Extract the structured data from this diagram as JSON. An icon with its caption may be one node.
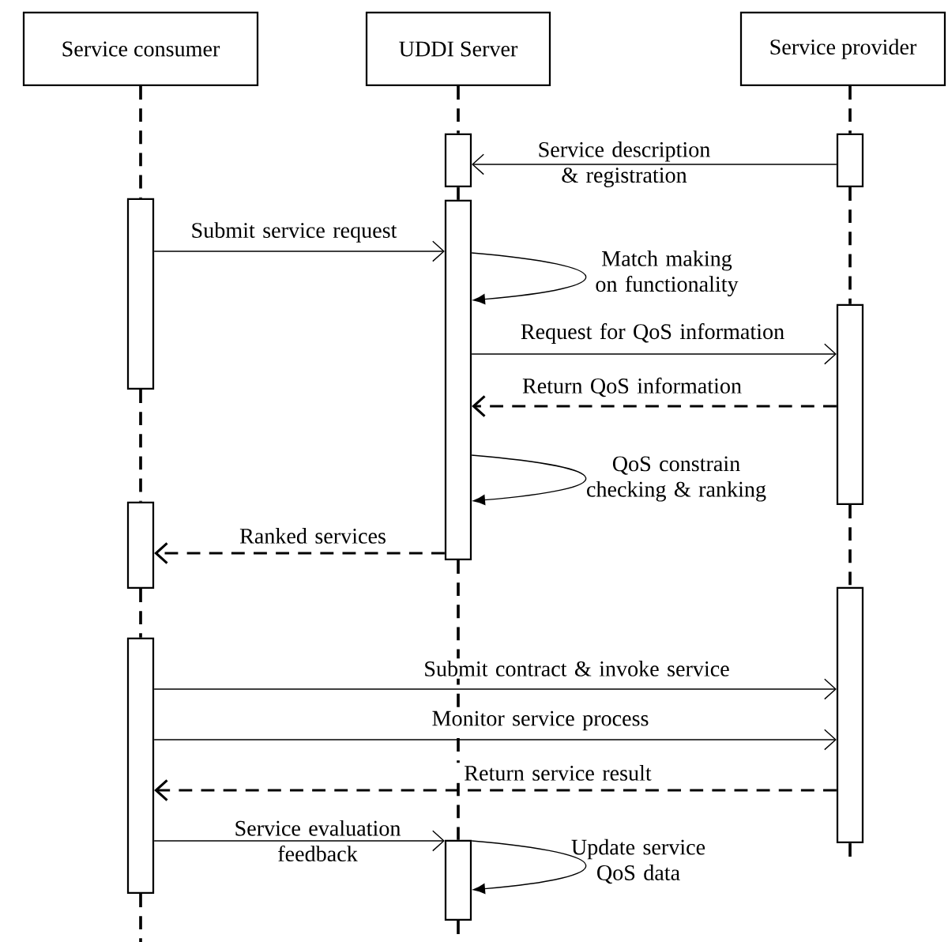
{
  "diagram": {
    "nodes": [
      {
        "text": [
          "Service consumer"
        ]
      },
      {
        "text": [
          "UDDI Server"
        ]
      },
      {
        "text": [
          "Service provider"
        ]
      },
      {
        "text": [],
        "shape": "bar"
      },
      {
        "text": [],
        "shape": "bar"
      },
      {
        "text": [],
        "shape": "bar"
      },
      {
        "text": [],
        "shape": "bar"
      },
      {
        "text": [],
        "shape": "bar"
      },
      {
        "text": [],
        "shape": "bar"
      },
      {
        "text": [],
        "shape": "bar"
      },
      {
        "text": [],
        "shape": "bar"
      },
      {
        "text": [],
        "shape": "bar"
      }
    ],
    "edges": [
      {
        "from": 4,
        "to": 3,
        "arrow": "to",
        "label": "Service description & registration"
      },
      {
        "from": 5,
        "to": 6,
        "arrow": "to",
        "label": "Submit service request"
      },
      {
        "from": 6,
        "to": 6,
        "arrow": "to",
        "label": "Match making on functionality"
      },
      {
        "from": 6,
        "to": 7,
        "arrow": "to",
        "label": "Request for QoS information"
      },
      {
        "from": 7,
        "to": 6,
        "arrow": "to",
        "label": "Return QoS information",
        "style": "dashed"
      },
      {
        "from": 6,
        "to": 6,
        "arrow": "to",
        "label": "QoS constrain checking & ranking"
      },
      {
        "from": 6,
        "to": 8,
        "arrow": "to",
        "label": "Ranked services",
        "style": "dashed"
      },
      {
        "from": 10,
        "to": 9,
        "arrow": "to",
        "label": "Submit contract & invoke service"
      },
      {
        "from": 10,
        "to": 9,
        "arrow": "to",
        "label": "Monitor service process"
      },
      {
        "from": 9,
        "to": 10,
        "arrow": "to",
        "label": "Return service result",
        "style": "dashed"
      },
      {
        "from": 10,
        "to": 11,
        "arrow": "to",
        "label": "Service evaluation feedback"
      },
      {
        "from": 11,
        "to": 11,
        "arrow": "to",
        "label": "Update service QoS data"
      },
      {
        "from": 0,
        "to": 5,
        "arrow": "none",
        "style": "dashed"
      },
      {
        "from": 5,
        "to": 8,
        "arrow": "none",
        "style": "dashed"
      },
      {
        "from": 8,
        "to": 10,
        "arrow": "none",
        "style": "dashed"
      },
      {
        "from": 10,
        "to": null,
        "arrow": "none",
        "style": "dashed"
      },
      {
        "from": 1,
        "to": 3,
        "arrow": "none",
        "style": "dashed"
      },
      {
        "from": 3,
        "to": 6,
        "arrow": "none",
        "style": "dashed"
      },
      {
        "from": 6,
        "to": 11,
        "arrow": "none",
        "style": "dashed"
      },
      {
        "from": 11,
        "to": null,
        "arrow": "none",
        "style": "dashed"
      },
      {
        "from": 2,
        "to": 4,
        "arrow": "none",
        "style": "dashed"
      },
      {
        "from": 4,
        "to": 7,
        "arrow": "none",
        "style": "dashed"
      },
      {
        "from": 7,
        "to": 9,
        "arrow": "none",
        "style": "dashed"
      },
      {
        "from": 9,
        "to": null,
        "arrow": "none",
        "style": "dashed"
      }
    ]
  }
}
